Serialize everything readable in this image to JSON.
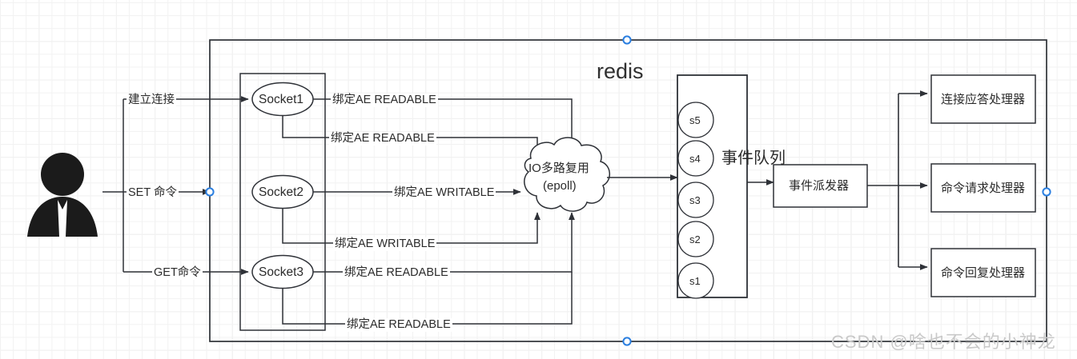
{
  "diagram": {
    "title": "redis",
    "watermark": "CSDN @啥也不会的小神龙",
    "actor": {
      "name": "user-actor"
    },
    "client_edges": [
      {
        "id": "connect",
        "label": "建立连接"
      },
      {
        "id": "set",
        "label": "SET 命令"
      },
      {
        "id": "get",
        "label": "GET命令"
      }
    ],
    "sockets": [
      {
        "id": "socket1",
        "label": "Socket1"
      },
      {
        "id": "socket2",
        "label": "Socket2"
      },
      {
        "id": "socket3",
        "label": "Socket3"
      }
    ],
    "binding_edges": [
      {
        "id": "b1",
        "label": "绑定AE READABLE"
      },
      {
        "id": "b2",
        "label": "绑定AE READABLE"
      },
      {
        "id": "b3",
        "label": "绑定AE WRITABLE"
      },
      {
        "id": "b4",
        "label": "绑定AE WRITABLE"
      },
      {
        "id": "b5",
        "label": "绑定AE READABLE"
      },
      {
        "id": "b6",
        "label": "绑定AE READABLE"
      }
    ],
    "multiplexer": {
      "line1": "IO多路复用",
      "line2": "(epoll)"
    },
    "event_queue": {
      "label": "事件队列",
      "items": [
        "s5",
        "s4",
        "s3",
        "s2",
        "s1"
      ]
    },
    "dispatcher": {
      "label": "事件派发器"
    },
    "handlers": [
      {
        "id": "connect-reply",
        "label": "连接应答处理器"
      },
      {
        "id": "command-request",
        "label": "命令请求处理器"
      },
      {
        "id": "command-reply",
        "label": "命令回复处理器"
      }
    ],
    "colors": {
      "stroke": "#2e3137",
      "handle": "#2b7fe0",
      "text": "#2b2b2b",
      "watermark": "#c9c9c9"
    }
  }
}
